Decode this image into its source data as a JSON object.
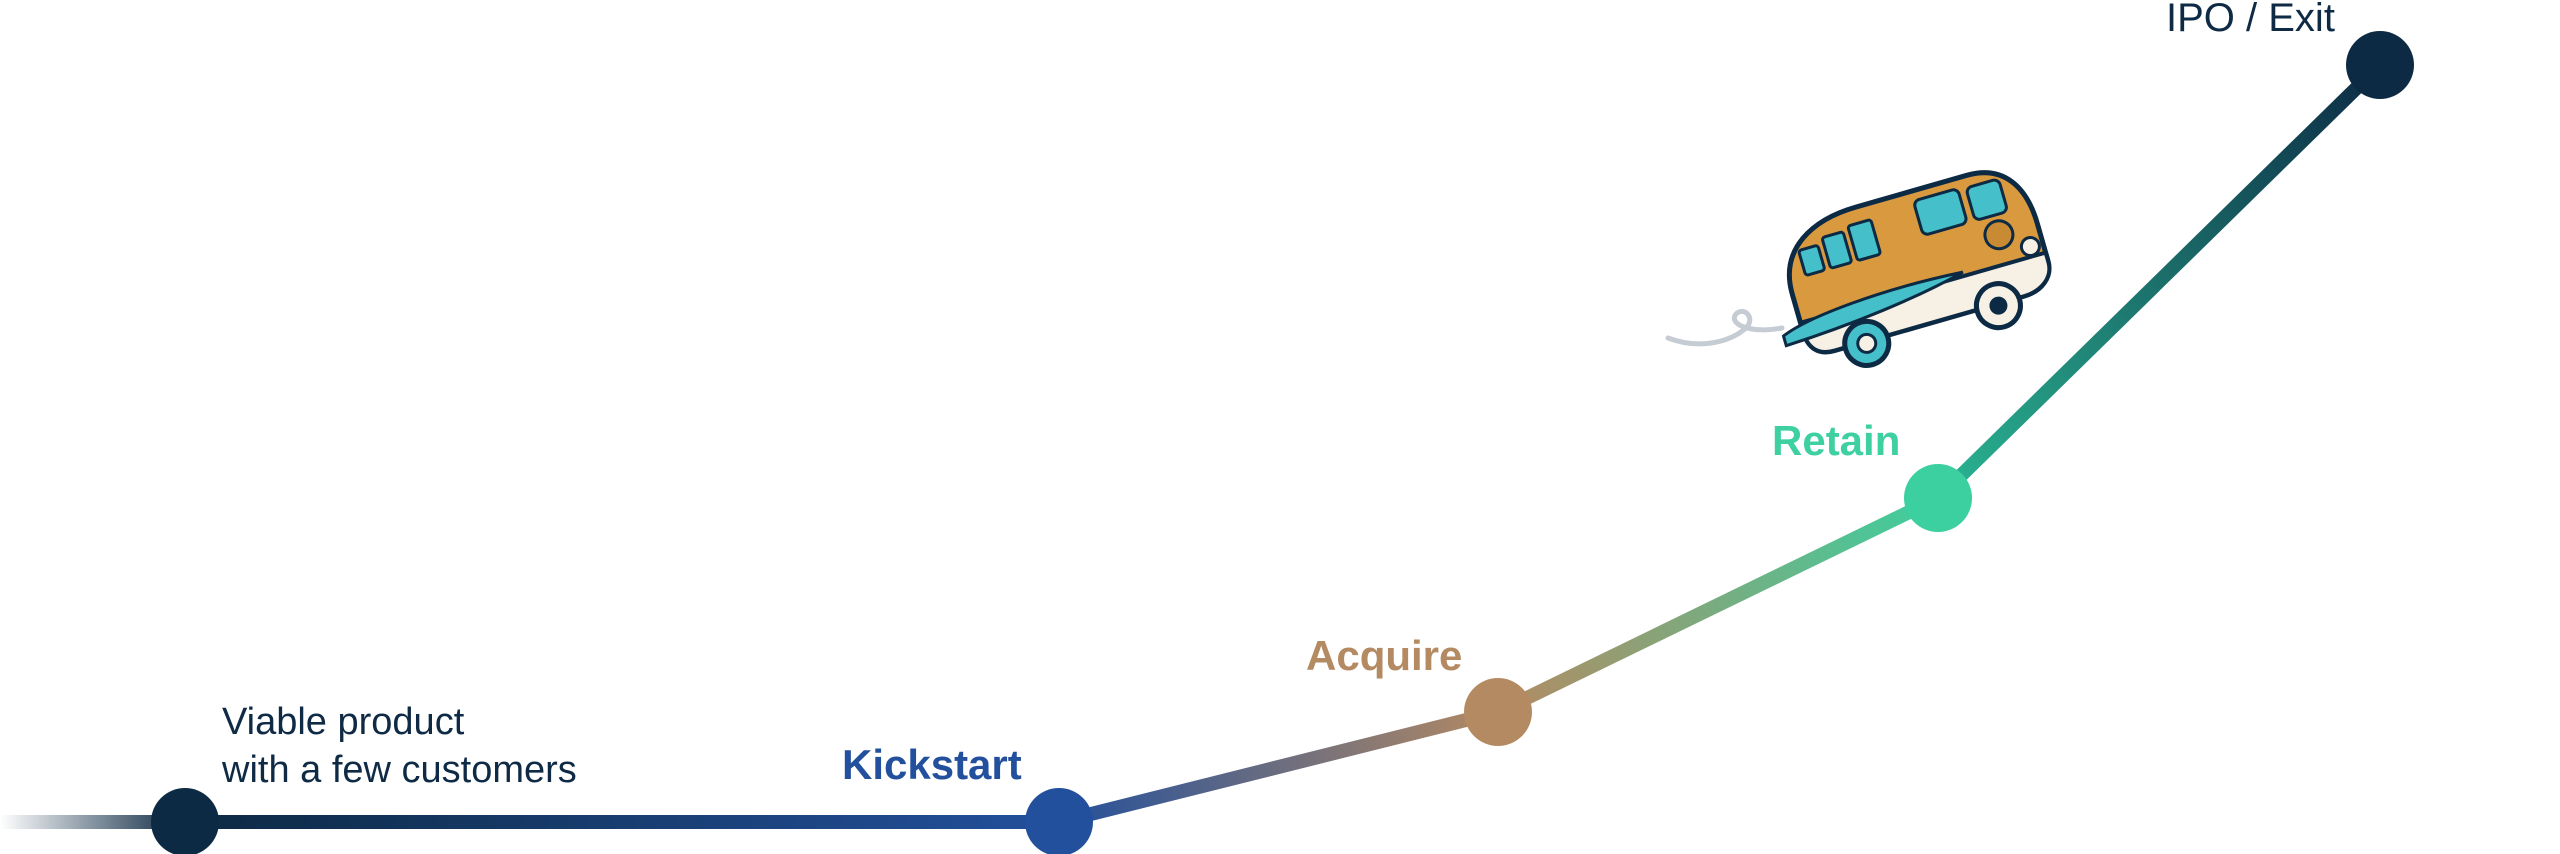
{
  "stages": [
    {
      "id": "start",
      "line1": "Viable product",
      "line2": "with a few customers",
      "color": "#0d2a44"
    },
    {
      "id": "kickstart",
      "label": "Kickstart",
      "color": "#23509c"
    },
    {
      "id": "acquire",
      "label": "Acquire",
      "color": "#b48a62"
    },
    {
      "id": "retain",
      "label": "Retain",
      "color": "#3ccf9f"
    },
    {
      "id": "exit",
      "label": "IPO / Exit",
      "color": "#0d2a44"
    }
  ],
  "illustration": {
    "icon": "camper-van-icon",
    "colors": {
      "body": "#d99a3f",
      "roof": "#45bfc9",
      "trim": "#0d2a44",
      "cream": "#f6f1e4"
    }
  }
}
